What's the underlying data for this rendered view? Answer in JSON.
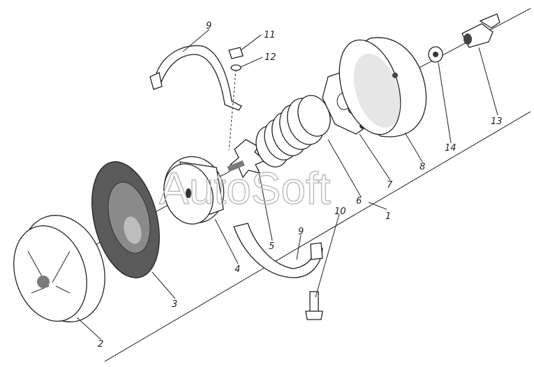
{
  "watermark": "AutoSoft",
  "callouts": [
    "1",
    "2",
    "3",
    "4",
    "5",
    "6",
    "7",
    "8",
    "9",
    "9",
    "10",
    "11",
    "12",
    "13",
    "14"
  ]
}
